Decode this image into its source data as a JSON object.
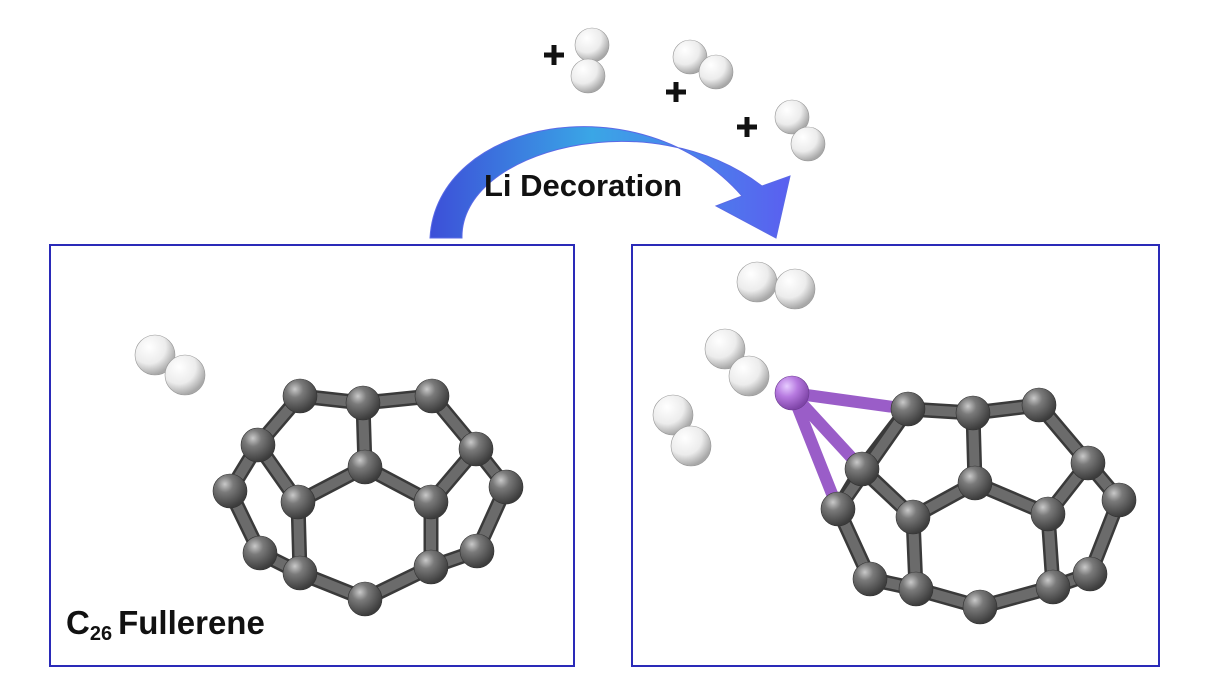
{
  "arrow": {
    "label": "Li Decoration"
  },
  "left_panel": {
    "label_main": "C",
    "label_sub": "26",
    "label_rest": "Fullerene"
  },
  "plus_sign": "+",
  "colors": {
    "carbon": "#5a5a5a",
    "hydrogen": "#f2f2f2",
    "lithium": "#b77ae0",
    "panel_border": "#2a2ab8",
    "arrow": "#4e5de3"
  }
}
